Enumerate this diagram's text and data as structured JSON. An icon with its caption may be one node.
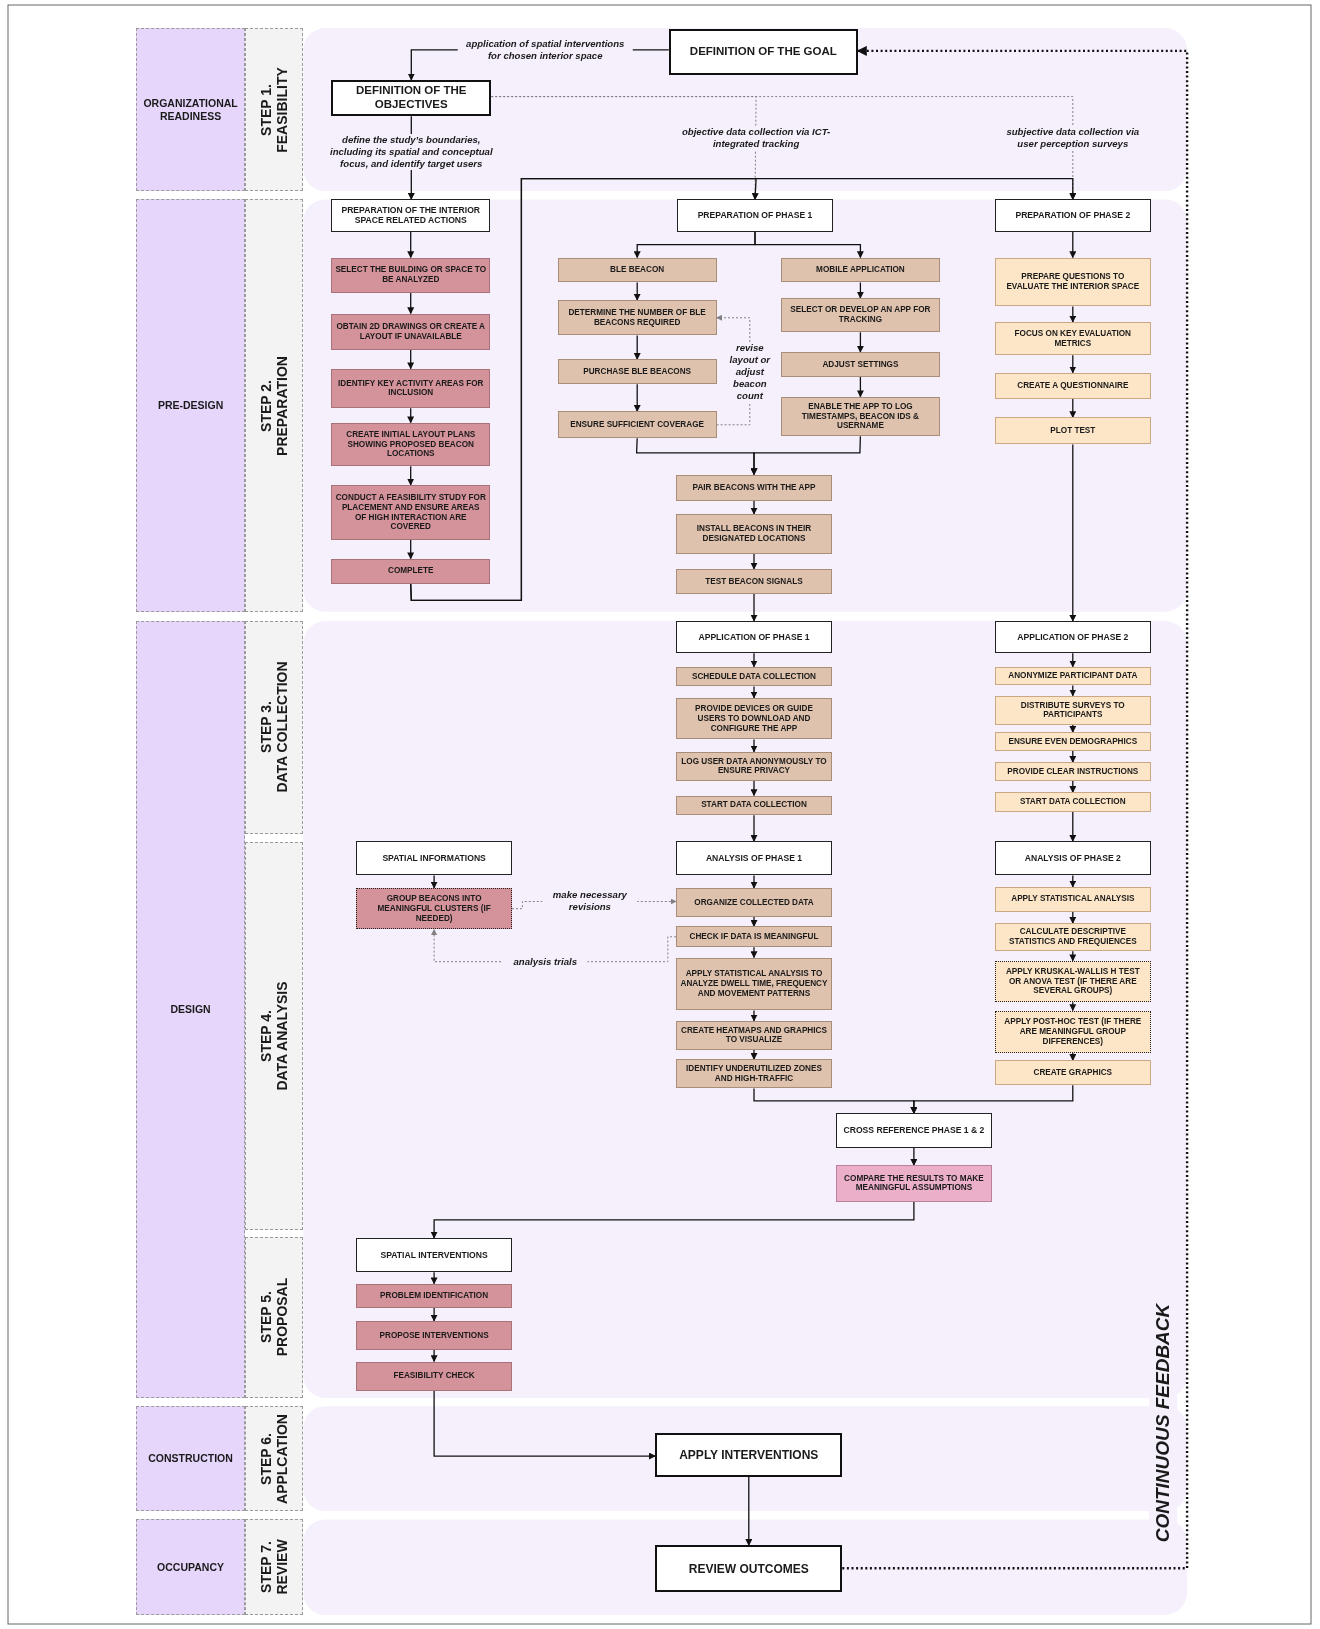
{
  "diagram": {
    "nodes": [
      {
        "text": [
          "ORGANIZATIONAL READINESS"
        ]
      },
      {
        "text": [
          "PRE-DESIGN"
        ]
      },
      {
        "text": [
          "DESIGN"
        ]
      },
      {
        "text": [
          "CONSTRUCTION"
        ]
      },
      {
        "text": [
          "OCCUPANCY"
        ]
      },
      {
        "text": [
          "STEP 1.",
          "FEASIBILITY"
        ]
      },
      {
        "text": [
          "STEP 2.",
          "PREPARATION"
        ]
      },
      {
        "text": [
          "STEP 3.",
          "DATA COLLECTION"
        ]
      },
      {
        "text": [
          "STEP 4.",
          "DATA ANALYSIS"
        ]
      },
      {
        "text": [
          "STEP 5.",
          "PROPOSAL"
        ]
      },
      {
        "text": [
          "STEP 6.",
          "APPLCATION"
        ]
      },
      {
        "text": [
          "STEP 7.",
          "REVIEW"
        ]
      },
      {
        "text": [
          "DEFINITION OF THE GOAL"
        ]
      },
      {
        "text": [
          "DEFINITION OF THE OBJECTIVES"
        ]
      },
      {
        "text": [
          "PREPARATION OF THE INTERIOR SPACE RELATED ACTIONS"
        ]
      },
      {
        "text": [
          "SELECT THE BUILDING OR SPACE TO BE ANALYZED"
        ]
      },
      {
        "text": [
          "OBTAIN 2D DRAWINGS OR CREATE A LAYOUT IF UNAVAILABLE"
        ]
      },
      {
        "text": [
          "IDENTIFY KEY ACTIVITY AREAS FOR INCLUSION"
        ]
      },
      {
        "text": [
          "CREATE INITIAL LAYOUT PLANS SHOWING PROPOSED BEACON LOCATIONS"
        ]
      },
      {
        "text": [
          "CONDUCT A FEASIBILITY STUDY FOR PLACEMENT AND ENSURE AREAS OF HIGH INTERACTION ARE COVERED"
        ]
      },
      {
        "text": [
          "COMPLETE"
        ]
      },
      {
        "text": [
          "PREPARATION OF PHASE 1"
        ]
      },
      {
        "text": [
          "BLE BEACON"
        ]
      },
      {
        "text": [
          "DETERMINE THE NUMBER OF BLE BEACONS REQUIRED"
        ]
      },
      {
        "text": [
          "PURCHASE BLE BEACONS"
        ]
      },
      {
        "text": [
          "ENSURE SUFFICIENT COVERAGE"
        ]
      },
      {
        "text": [
          "MOBILE APPLICATION"
        ]
      },
      {
        "text": [
          "SELECT OR DEVELOP AN APP FOR TRACKING"
        ]
      },
      {
        "text": [
          "ADJUST SETTINGS"
        ]
      },
      {
        "text": [
          "ENABLE THE APP TO LOG TIMESTAMPS, BEACON IDS & USERNAME"
        ]
      },
      {
        "text": [
          "PAIR BEACONS WITH THE APP"
        ]
      },
      {
        "text": [
          "INSTALL BEACONS IN THEIR DESIGNATED LOCATIONS"
        ]
      },
      {
        "text": [
          "TEST BEACON SIGNALS"
        ]
      },
      {
        "text": [
          "PREPARATION OF PHASE 2"
        ]
      },
      {
        "text": [
          "PREPARE QUESTIONS TO EVALUATE THE INTERIOR SPACE"
        ]
      },
      {
        "text": [
          "FOCUS ON KEY EVALUATION METRICS"
        ]
      },
      {
        "text": [
          "CREATE A QUESTIONNAIRE"
        ]
      },
      {
        "text": [
          "PLOT TEST"
        ]
      },
      {
        "text": [
          "APPLICATION OF PHASE 1"
        ]
      },
      {
        "text": [
          "SCHEDULE DATA COLLECTION"
        ]
      },
      {
        "text": [
          "PROVIDE DEVICES OR GUIDE USERS TO DOWNLOAD AND CONFIGURE THE APP"
        ]
      },
      {
        "text": [
          "LOG USER DATA ANONYMOUSLY TO ENSURE PRIVACY"
        ]
      },
      {
        "text": [
          "START DATA COLLECTION"
        ]
      },
      {
        "text": [
          "APPLICATION OF PHASE 2"
        ]
      },
      {
        "text": [
          "ANONYMIZE PARTICIPANT DATA"
        ]
      },
      {
        "text": [
          "DISTRIBUTE SURVEYS TO PARTICIPANTS"
        ]
      },
      {
        "text": [
          "ENSURE EVEN DEMOGRAPHICS"
        ]
      },
      {
        "text": [
          "PROVIDE CLEAR INSTRUCTIONS"
        ]
      },
      {
        "text": [
          "START DATA COLLECTION"
        ]
      },
      {
        "text": [
          "SPATIAL INFORMATIONS"
        ]
      },
      {
        "text": [
          "GROUP BEACONS INTO MEANINGFUL CLUSTERS (IF NEEDED)"
        ]
      },
      {
        "text": [
          "ANALYSIS OF PHASE 1"
        ]
      },
      {
        "text": [
          "ORGANIZE COLLECTED DATA"
        ]
      },
      {
        "text": [
          "CHECK IF DATA IS MEANINGFUL"
        ]
      },
      {
        "text": [
          "APPLY STATISTICAL ANALYSIS TO ANALYZE DWELL TIME, FREQUENCY AND MOVEMENT PATTERNS"
        ]
      },
      {
        "text": [
          "CREATE HEATMAPS AND GRAPHICS TO VISUALIZE"
        ]
      },
      {
        "text": [
          "IDENTIFY UNDERUTILIZED ZONES AND HIGH-TRAFFIC"
        ]
      },
      {
        "text": [
          "ANALYSIS OF PHASE 2"
        ]
      },
      {
        "text": [
          "APPLY STATISTICAL ANALYSIS"
        ]
      },
      {
        "text": [
          "CALCULATE DESCRIPTIVE STATISTICS AND FREQUIENCES"
        ]
      },
      {
        "text": [
          "APPLY KRUSKAL-WALLIS H TEST OR ANOVA TEST (IF THERE ARE SEVERAL GROUPS)"
        ]
      },
      {
        "text": [
          "APPLY POST-HOC TEST (IF THERE ARE MEANINGFUL GROUP DIFFERENCES)"
        ]
      },
      {
        "text": [
          "CREATE GRAPHICS"
        ]
      },
      {
        "text": [
          "CROSS REFERENCE PHASE 1 & 2"
        ]
      },
      {
        "text": [
          "COMPARE THE RESULTS TO MAKE MEANINGFUL ASSUMPTIONS"
        ]
      },
      {
        "text": [
          "SPATIAL INTERVENTIONS"
        ]
      },
      {
        "text": [
          "PROBLEM IDENTIFICATION"
        ]
      },
      {
        "text": [
          "PROPOSE INTERVENTIONS"
        ]
      },
      {
        "text": [
          "FEASIBILITY CHECK"
        ]
      },
      {
        "text": [
          "APPLY INTERVENTIONS"
        ]
      },
      {
        "text": [
          "REVIEW OUTCOMES"
        ]
      }
    ],
    "edges": [
      {
        "from": 12,
        "to": 13,
        "arrow": "to",
        "label": "application of spatial interventions for chosen interior space"
      },
      {
        "from": 13,
        "to": 14,
        "arrow": "to",
        "label": "define the study’s boundaries, including its spatial and conceptual focus, and identify target users"
      },
      {
        "from": 13,
        "to": 21,
        "arrow": "to",
        "style": "dashed",
        "color": "#808080",
        "label": "objective data collection via ICT-integrated tracking"
      },
      {
        "from": 13,
        "to": 33,
        "arrow": "to",
        "style": "dashed",
        "color": "#808080",
        "label": "subjective data collection via user perception surveys"
      },
      {
        "from": 20,
        "to": 21,
        "arrow": "to"
      },
      {
        "from": 20,
        "to": 33,
        "arrow": "to"
      },
      {
        "from": 14,
        "to": 15,
        "arrow": "to"
      },
      {
        "from": 15,
        "to": 16,
        "arrow": "to"
      },
      {
        "from": 16,
        "to": 17,
        "arrow": "to"
      },
      {
        "from": 17,
        "to": 18,
        "arrow": "to"
      },
      {
        "from": 18,
        "to": 19,
        "arrow": "to"
      },
      {
        "from": 19,
        "to": 20,
        "arrow": "to"
      },
      {
        "from": 21,
        "to": 22,
        "arrow": "to"
      },
      {
        "from": 21,
        "to": 26,
        "arrow": "to"
      },
      {
        "from": 22,
        "to": 23,
        "arrow": "to"
      },
      {
        "from": 23,
        "to": 24,
        "arrow": "to"
      },
      {
        "from": 24,
        "to": 25,
        "arrow": "to"
      },
      {
        "from": 25,
        "to": 23,
        "arrow": "to",
        "style": "dashed",
        "color": "#808080",
        "label": "revise layout or adjust beacon count"
      },
      {
        "from": 26,
        "to": 27,
        "arrow": "to"
      },
      {
        "from": 27,
        "to": 28,
        "arrow": "to"
      },
      {
        "from": 28,
        "to": 29,
        "arrow": "to"
      },
      {
        "from": 25,
        "to": 30,
        "arrow": "to"
      },
      {
        "from": 29,
        "to": 30,
        "arrow": "to"
      },
      {
        "from": 30,
        "to": 31,
        "arrow": "to"
      },
      {
        "from": 31,
        "to": 32,
        "arrow": "to"
      },
      {
        "from": 33,
        "to": 34,
        "arrow": "to"
      },
      {
        "from": 34,
        "to": 35,
        "arrow": "to"
      },
      {
        "from": 35,
        "to": 36,
        "arrow": "to"
      },
      {
        "from": 36,
        "to": 37,
        "arrow": "to"
      },
      {
        "from": 32,
        "to": 38,
        "arrow": "to"
      },
      {
        "from": 37,
        "to": 43,
        "arrow": "to"
      },
      {
        "from": 38,
        "to": 39,
        "arrow": "to"
      },
      {
        "from": 39,
        "to": 40,
        "arrow": "to"
      },
      {
        "from": 40,
        "to": 41,
        "arrow": "to"
      },
      {
        "from": 41,
        "to": 42,
        "arrow": "to"
      },
      {
        "from": 43,
        "to": 44,
        "arrow": "to"
      },
      {
        "from": 44,
        "to": 45,
        "arrow": "to"
      },
      {
        "from": 45,
        "to": 46,
        "arrow": "to"
      },
      {
        "from": 46,
        "to": 47,
        "arrow": "to"
      },
      {
        "from": 47,
        "to": 48,
        "arrow": "to"
      },
      {
        "from": 42,
        "to": 51,
        "arrow": "to"
      },
      {
        "from": 48,
        "to": 57,
        "arrow": "to"
      },
      {
        "from": 49,
        "to": 50,
        "arrow": "to"
      },
      {
        "from": 50,
        "to": 52,
        "arrow": "to",
        "style": "dashed",
        "color": "#808080",
        "label": "make necessary revisions"
      },
      {
        "from": 53,
        "to": 50,
        "arrow": "to",
        "style": "dashed",
        "color": "#808080",
        "label": "analysis trials"
      },
      {
        "from": 51,
        "to": 52,
        "arrow": "to"
      },
      {
        "from": 52,
        "to": 53,
        "arrow": "to"
      },
      {
        "from": 53,
        "to": 54,
        "arrow": "to"
      },
      {
        "from": 54,
        "to": 55,
        "arrow": "to"
      },
      {
        "from": 55,
        "to": 56,
        "arrow": "to"
      },
      {
        "from": 57,
        "to": 58,
        "arrow": "to"
      },
      {
        "from": 58,
        "to": 59,
        "arrow": "to"
      },
      {
        "from": 59,
        "to": 60,
        "arrow": "to"
      },
      {
        "from": 60,
        "to": 61,
        "arrow": "to"
      },
      {
        "from": 61,
        "to": 62,
        "arrow": "to"
      },
      {
        "from": 56,
        "to": 63,
        "arrow": "to"
      },
      {
        "from": 62,
        "to": 63,
        "arrow": "to"
      },
      {
        "from": 63,
        "to": 64,
        "arrow": "to"
      },
      {
        "from": 64,
        "to": 65,
        "arrow": "to"
      },
      {
        "from": 65,
        "to": 66,
        "arrow": "to"
      },
      {
        "from": 66,
        "to": 67,
        "arrow": "to"
      },
      {
        "from": 67,
        "to": 68,
        "arrow": "to"
      },
      {
        "from": 68,
        "to": 69,
        "arrow": "to"
      },
      {
        "from": 69,
        "to": 70,
        "arrow": "to"
      },
      {
        "from": 70,
        "to": 12,
        "arrow": "to",
        "style": "dashed",
        "label": "CONTINUOUS FEEDBACK"
      }
    ]
  }
}
